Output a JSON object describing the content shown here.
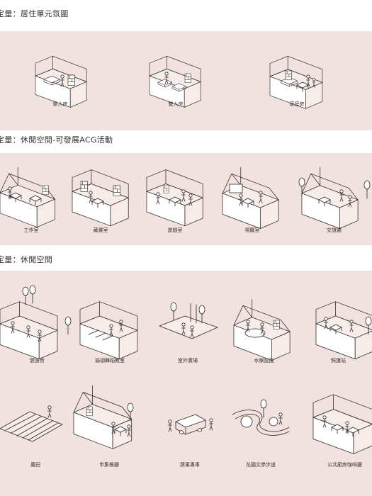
{
  "sections": [
    {
      "title": "定量：居住單元氛圍",
      "items": [
        {
          "label": "單人房",
          "icon": "single-room-icon"
        },
        {
          "label": "雙人房",
          "icon": "double-room-icon"
        },
        {
          "label": "家庭房",
          "icon": "family-room-icon"
        }
      ]
    },
    {
      "title": "定量：休閒空間-可發展ACG活動",
      "items": [
        {
          "label": "工作室",
          "icon": "studio-icon"
        },
        {
          "label": "藏書室",
          "icon": "library-icon"
        },
        {
          "label": "遊戲室",
          "icon": "game-room-icon"
        },
        {
          "label": "視聽室",
          "icon": "av-room-icon"
        },
        {
          "label": "交誼廳",
          "icon": "lounge-icon"
        }
      ]
    },
    {
      "title": "定量：休閒空間",
      "items": [
        {
          "label": "健身房",
          "icon": "gym-icon"
        },
        {
          "label": "瑜珈舞蹈教室",
          "icon": "yoga-dance-studio-icon"
        },
        {
          "label": "室外廣場",
          "icon": "outdoor-plaza-icon"
        },
        {
          "label": "水療設施",
          "icon": "spa-facility-icon"
        },
        {
          "label": "照護站",
          "icon": "care-station-icon"
        },
        {
          "label": "農田",
          "icon": "farmland-icon"
        },
        {
          "label": "市集餐廳",
          "icon": "market-restaurant-icon"
        },
        {
          "label": "蔬果專車",
          "icon": "produce-truck-icon"
        },
        {
          "label": "花園文學步道",
          "icon": "garden-literary-trail-icon"
        },
        {
          "label": "公共廚房咖啡廳",
          "icon": "public-kitchen-cafe-icon"
        }
      ]
    }
  ]
}
